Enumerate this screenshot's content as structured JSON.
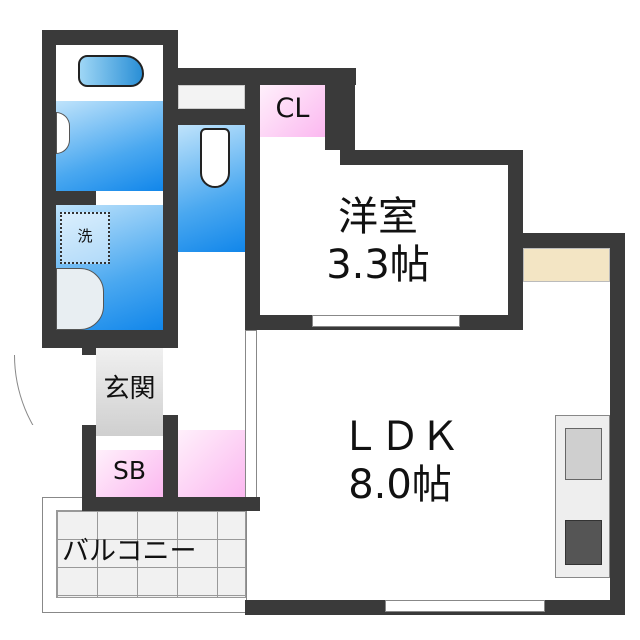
{
  "rooms": {
    "western_room": {
      "name": "洋室",
      "size": "3.3帖"
    },
    "ldk": {
      "name": "ＬＤＫ",
      "size": "8.0帖"
    },
    "closet": "CL",
    "entrance": "玄関",
    "shoe_box": "SB",
    "balcony": "バルコニー",
    "washer": "洗"
  },
  "colors": {
    "wall": "#3a3a3a",
    "wet_area": "#1186ea",
    "storage": "#fbb8f0",
    "entrance": "#cfcfcf"
  }
}
